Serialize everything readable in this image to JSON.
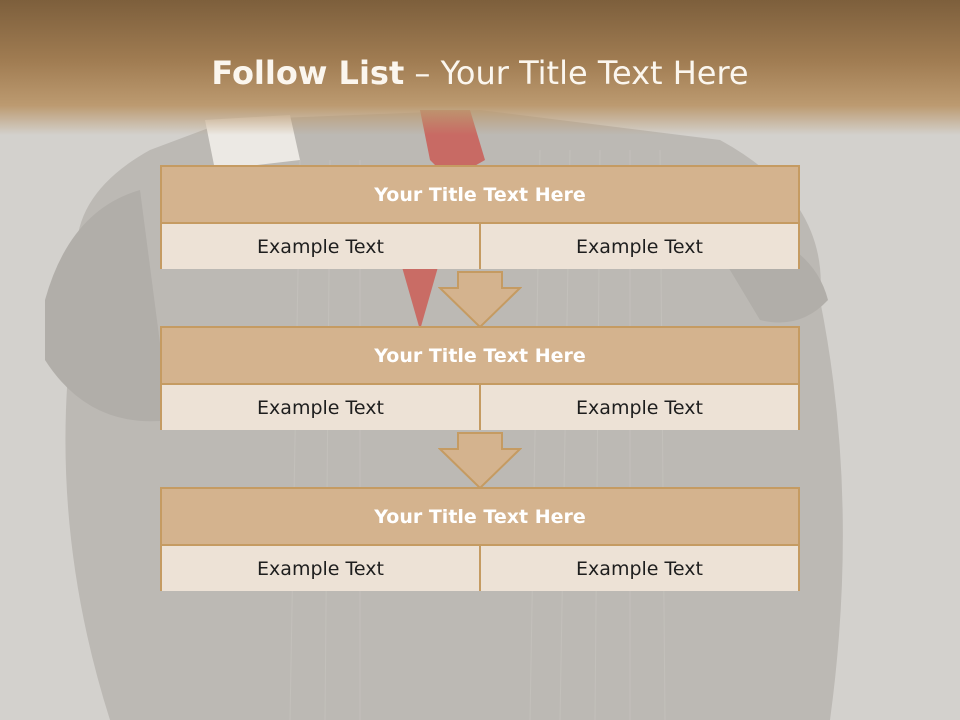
{
  "slide": {
    "title_bold": "Follow List",
    "title_rest": " – Your Title Text Here"
  },
  "steps": [
    {
      "title": "Your Title Text Here",
      "left": "Example Text",
      "right": "Example Text"
    },
    {
      "title": "Your Title Text Here",
      "left": "Example Text",
      "right": "Example Text"
    },
    {
      "title": "Your Title Text Here",
      "left": "Example Text",
      "right": "Example Text"
    }
  ],
  "colors": {
    "header_dark": "#7d5f3c",
    "block_title": "#d4b38e",
    "block_cell": "#ede2d6",
    "border": "#c59b62"
  }
}
